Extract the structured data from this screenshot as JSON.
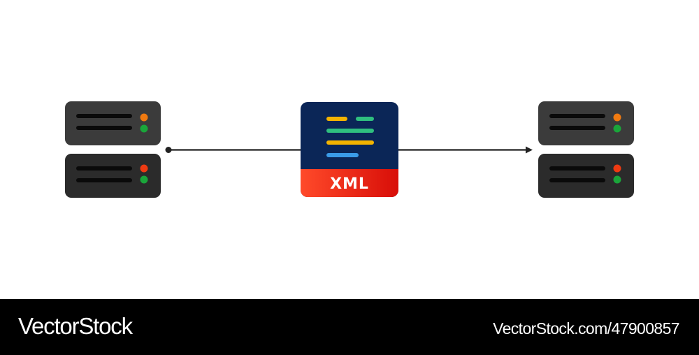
{
  "diagram": {
    "document_label": "XML",
    "colors": {
      "server_top": "#3b3b3b",
      "server_bottom": "#2b2b2b",
      "server_line": "#0a0a0a",
      "led_orange": "#f07a10",
      "led_red": "#ee3a12",
      "led_green": "#1aa53a",
      "doc_body": "#0b2657",
      "doc_band_start": "#ff4a2a",
      "doc_band_end": "#d80e08",
      "code_yellow": "#f4b400",
      "code_green": "#2fbf7f",
      "code_blue": "#3a9be8",
      "connector": "#222222"
    },
    "icons": {
      "source": "server-stack-icon",
      "document": "xml-document-icon",
      "target": "server-stack-icon"
    }
  },
  "footer": {
    "brand": "VectorStock",
    "image_id": "VectorStock.com/47900857"
  }
}
